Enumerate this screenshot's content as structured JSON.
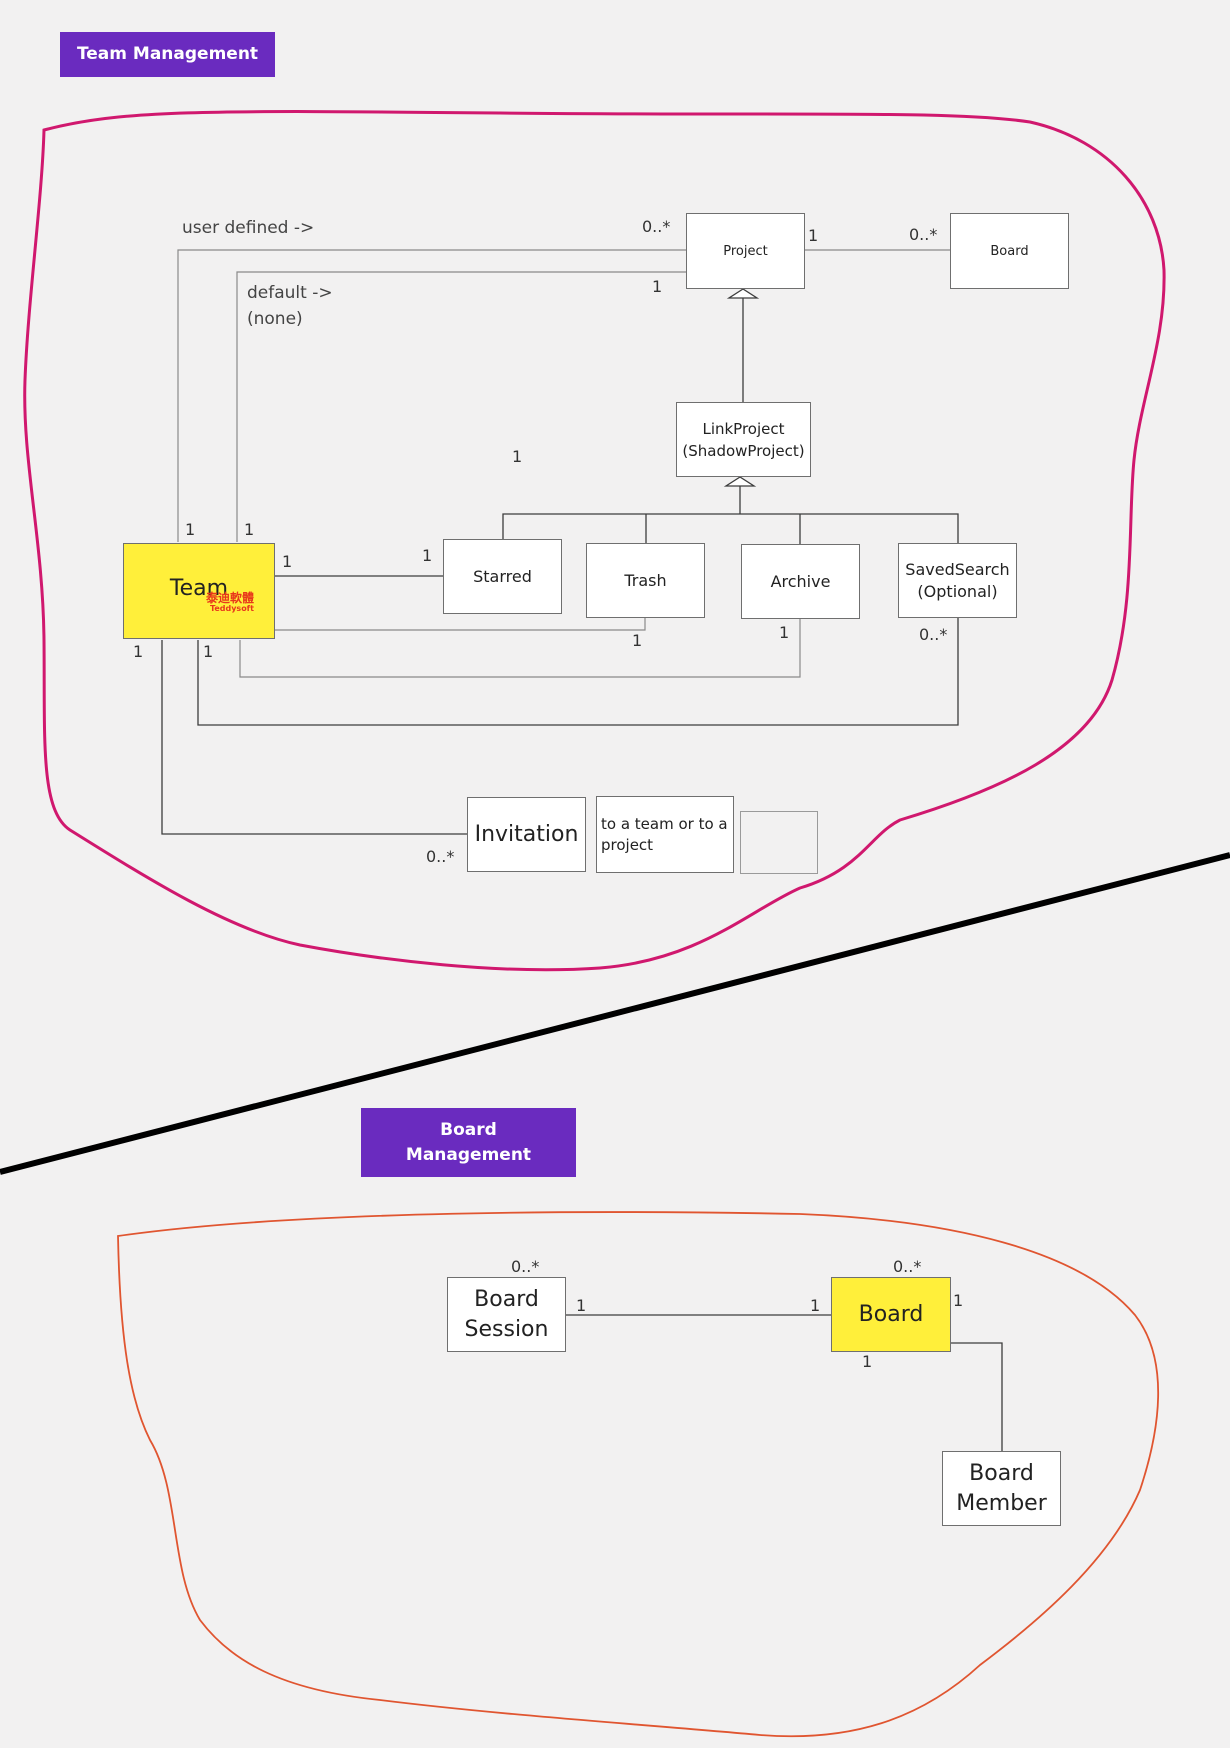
{
  "headers": {
    "team_management": "Team Management",
    "board_management": "Board Management"
  },
  "team_section": {
    "classes": {
      "project": "Project",
      "board": "Board",
      "link_project": "LinkProject\n(ShadowProject)",
      "team": "Team",
      "starred": "Starred",
      "trash": "Trash",
      "archive": "Archive",
      "saved_search": "SavedSearch\n(Optional)",
      "invitation": "Invitation",
      "invitation_note": "to a team or to a\nproject"
    },
    "labels": {
      "user_defined": "user defined ->",
      "default": "default ->\n(none)"
    },
    "multiplicities": {
      "project_user_defined": "0..*",
      "project_board_left": "1",
      "project_board_right": "0..*",
      "project_default": "1",
      "floating": "1",
      "team_user_defined": "1",
      "team_default": "1",
      "team_starred": "1",
      "starred_team": "1",
      "trash": "1",
      "archive": "1",
      "saved_search": "0..*",
      "team_bottom_left": "1",
      "team_bottom_right": "1",
      "invitation": "0..*"
    },
    "watermark": {
      "chinese": "泰迪軟體",
      "latin": "Teddysoft"
    }
  },
  "board_section": {
    "classes": {
      "board_session": "Board\nSession",
      "board": "Board",
      "board_member": "Board\nMember"
    },
    "multiplicities": {
      "session_top": "0..*",
      "session_right": "1",
      "board_left": "1",
      "board_top": "0..*",
      "board_right": "1",
      "board_bottom": "1"
    }
  },
  "colors": {
    "background": "#f2f1f1",
    "header": "#6a2bbf",
    "highlight": "#ffef3a",
    "team_outline": "#d0186e",
    "board_outline": "#e05530",
    "divider": "#000000"
  }
}
